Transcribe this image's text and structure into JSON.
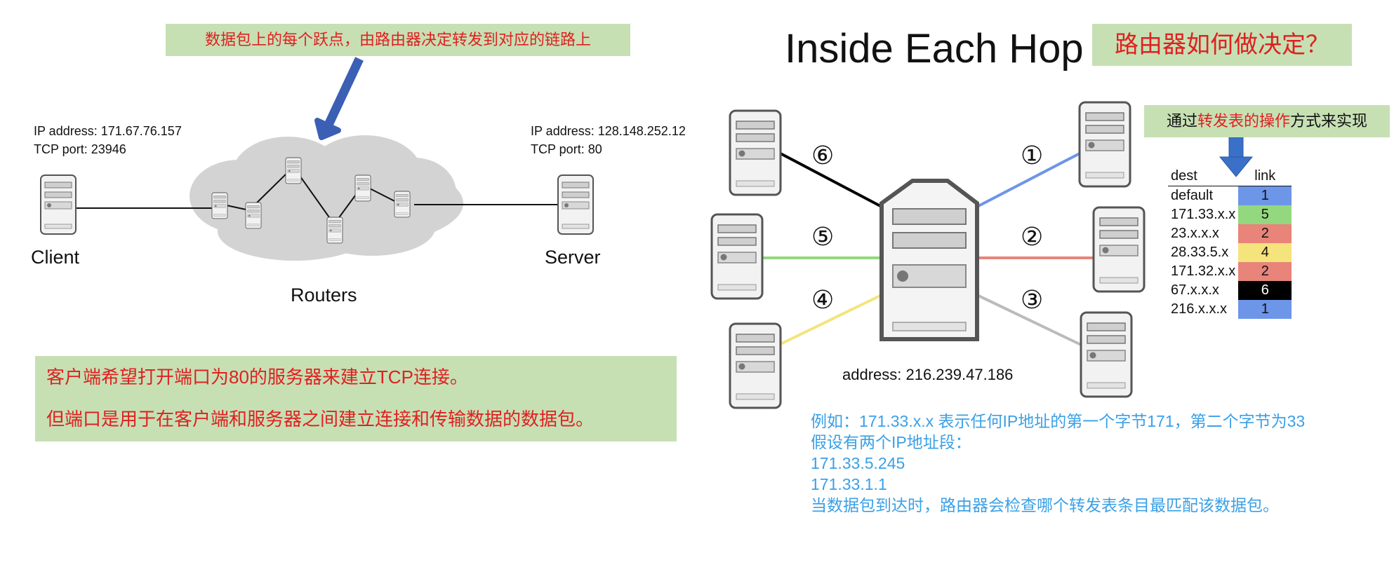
{
  "left": {
    "top_callout": "数据包上的每个跃点，由路由器决定转发到对应的链路上",
    "client": {
      "ip_line": "IP address: 171.67.76.157",
      "port_line": "TCP port: 23946",
      "label": "Client"
    },
    "server": {
      "ip_line": "IP address: 128.148.252.12",
      "port_line": "TCP port: 80",
      "label": "Server"
    },
    "routers_label": "Routers",
    "note_lines": [
      "客户端希望打开端口为80的服务器来建立TCP连接。",
      "但端口是用于在客户端和服务器之间建立连接和传输数据的数据包。"
    ]
  },
  "right": {
    "title": "Inside Each Hop",
    "title_note": "路由器如何做决定？",
    "fwd_note": {
      "prefix": "通过",
      "highlight": "转发表的操作",
      "suffix": "方式来实现"
    },
    "link_numbers": [
      "①",
      "②",
      "③",
      "④",
      "⑤",
      "⑥"
    ],
    "address": "address: 216.239.47.186",
    "table": {
      "headers": [
        "dest",
        "link"
      ],
      "rows": [
        {
          "dest": "default",
          "link": "1",
          "color": "#6d95e8",
          "text_color": "#111111"
        },
        {
          "dest": "171.33.x.x",
          "link": "5",
          "color": "#93d87e",
          "text_color": "#111111"
        },
        {
          "dest": "23.x.x.x",
          "link": "2",
          "color": "#e8847a",
          "text_color": "#111111"
        },
        {
          "dest": "28.33.5.x",
          "link": "4",
          "color": "#f5e37c",
          "text_color": "#111111"
        },
        {
          "dest": "171.32.x.x",
          "link": "2",
          "color": "#e8847a",
          "text_color": "#111111"
        },
        {
          "dest": "67.x.x.x",
          "link": "6",
          "color": "#000000",
          "text_color": "#ffffff"
        },
        {
          "dest": "216.x.x.x",
          "link": "1",
          "color": "#6d95e8",
          "text_color": "#111111"
        }
      ]
    },
    "explanation": [
      "例如：171.33.x.x 表示任何IP地址的第一个字节171，第二个字节为33",
      "假设有两个IP地址段：",
      "171.33.5.245",
      "171.33.1.1",
      "当数据包到达时，路由器会检查哪个转发表条目最匹配该数据包。"
    ],
    "colors": {
      "link1": "#6d95e8",
      "link2": "#e8847a",
      "link3": "#bbbbbb",
      "link4": "#f5e37c",
      "link5": "#93d87e",
      "link6": "#000000"
    }
  }
}
